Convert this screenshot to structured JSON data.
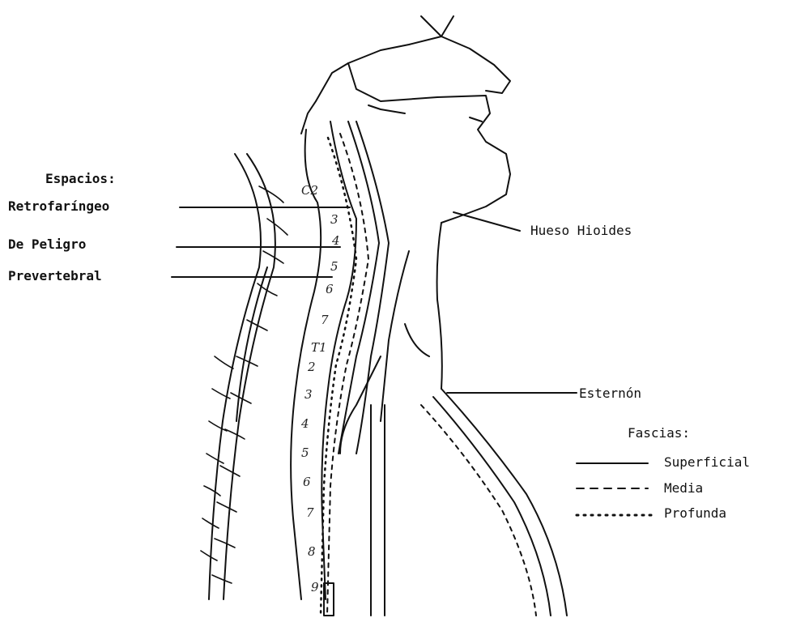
{
  "spaces": {
    "heading": "Espacios:",
    "items": [
      "Retrofaríngeo",
      "De Peligro",
      "Prevertebral"
    ]
  },
  "landmarks": {
    "hyoid": "Hueso Hioides",
    "sternum": "Esternón"
  },
  "fascias": {
    "heading": "Fascias:",
    "items": [
      {
        "label": "Superficial",
        "line_style": "solid"
      },
      {
        "label": "Media",
        "line_style": "dashed"
      },
      {
        "label": "Profunda",
        "line_style": "dotted"
      }
    ]
  },
  "vertebrae": [
    "C2",
    "3",
    "4",
    "5",
    "6",
    "7",
    "T1",
    "2",
    "3",
    "4",
    "5",
    "6",
    "7",
    "8",
    "9"
  ],
  "colors": {
    "ink": "#111111",
    "paper": "#ffffff"
  }
}
